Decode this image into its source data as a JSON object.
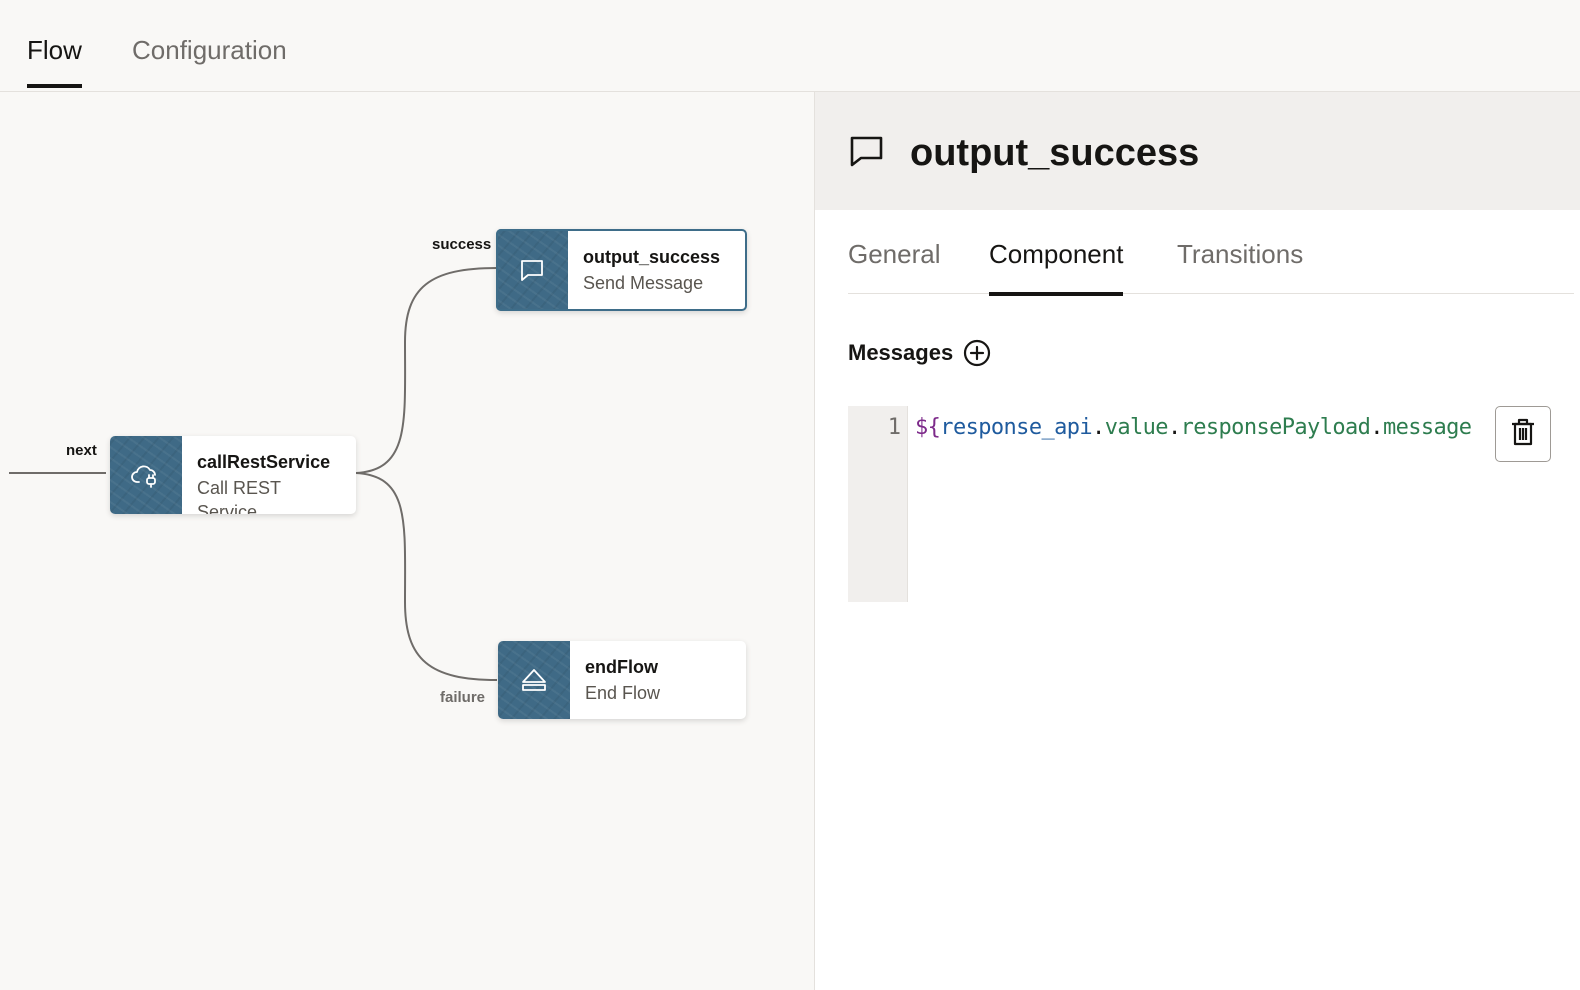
{
  "top_tabs": {
    "flow": "Flow",
    "configuration": "Configuration",
    "active": "flow"
  },
  "canvas": {
    "edges": {
      "next": "next",
      "success": "success",
      "failure": "failure"
    },
    "nodes": {
      "call_rest": {
        "name": "callRestService",
        "type": "Call REST Service",
        "icon": "cloud-plug-icon"
      },
      "output_success": {
        "name": "output_success",
        "type": "Send Message",
        "icon": "chat-bubble-icon",
        "selected": true
      },
      "end_flow": {
        "name": "endFlow",
        "type": "End Flow",
        "icon": "eject-icon"
      }
    }
  },
  "panel": {
    "title": "output_success",
    "title_icon": "chat-bubble-icon",
    "tabs": {
      "general": "General",
      "component": "Component",
      "transitions": "Transitions",
      "active": "component"
    },
    "messages": {
      "label": "Messages",
      "add_icon": "plus-circle-icon",
      "line_number": "1",
      "code": {
        "open": "${",
        "t1": "response_api",
        "d1": ".",
        "t2": "value",
        "d2": ".",
        "t3": "responsePayload",
        "d3": ".",
        "t4": "message"
      },
      "delete_icon": "trash-icon"
    }
  },
  "colors": {
    "node_icon_bg": "#3f6a86",
    "selected_outline": "#3e6d89",
    "active_tab_underline": "#161513"
  }
}
